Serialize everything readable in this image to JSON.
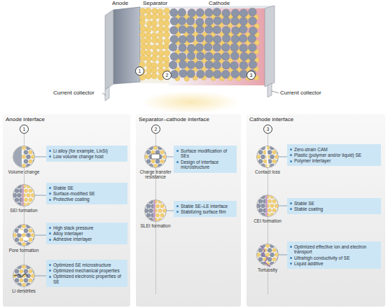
{
  "diagram": {
    "nodes": [
      {
        "text": [
          "Anode interface"
        ]
      },
      {
        "text": [
          "Volume change"
        ],
        "in": 0
      },
      {
        "text": [
          "Li alloy (for example, LixSi)",
          "Low volume change host"
        ],
        "in": 0
      },
      {
        "text": [
          "SEI formation"
        ],
        "in": 0
      },
      {
        "text": [
          "Stable SE",
          "Surface-modified SE",
          "Protective coating"
        ],
        "in": 0
      },
      {
        "text": [
          "Pore formation"
        ],
        "in": 0
      },
      {
        "text": [
          "High stack pressure",
          "Alloy interlayer",
          "Adhesive interlayer"
        ],
        "in": 0
      },
      {
        "text": [
          "Li dendrites"
        ],
        "in": 0
      },
      {
        "text": [
          "Optimized SE microstructure",
          "Optimized mechanical properties",
          "Optimized electronic properties of SE"
        ],
        "in": 0
      },
      {
        "text": [
          "Separator–cathode interface"
        ]
      },
      {
        "text": [
          "Charge transfer resistance"
        ],
        "in": 9
      },
      {
        "text": [
          "Surface modification of SEs",
          "Design of interface microstructure"
        ],
        "in": 9
      },
      {
        "text": [
          "SLEI formation"
        ],
        "in": 9
      },
      {
        "text": [
          "Stable SE–LE interface",
          "Stabilizing surface film"
        ],
        "in": 9
      },
      {
        "text": [
          "Cathode interface"
        ]
      },
      {
        "text": [
          "Contact loss"
        ],
        "in": 14
      },
      {
        "text": [
          "Zero-strain CAM",
          "Plastic (polymer and/or liquid) SE",
          "Polymer interlayer"
        ],
        "in": 14
      },
      {
        "text": [
          "CEI formation"
        ],
        "in": 14
      },
      {
        "text": [
          "Stable SE",
          "Stable coating"
        ],
        "in": 14
      },
      {
        "text": [
          "Tortuosity"
        ],
        "in": 14
      },
      {
        "text": [
          "Optimized effective ion and electron transport",
          "Ultrahigh conductivity of SE",
          "Liquid additive"
        ],
        "in": 14
      }
    ],
    "edges": [
      {
        "from": 1,
        "to": 2,
        "arrow": "none"
      },
      {
        "from": 3,
        "to": 4,
        "arrow": "none"
      },
      {
        "from": 5,
        "to": 6,
        "arrow": "none"
      },
      {
        "from": 7,
        "to": 8,
        "arrow": "none"
      },
      {
        "from": 10,
        "to": 11,
        "arrow": "none"
      },
      {
        "from": 12,
        "to": 13,
        "arrow": "none"
      },
      {
        "from": 15,
        "to": 16,
        "arrow": "none"
      },
      {
        "from": 17,
        "to": 18,
        "arrow": "none"
      },
      {
        "from": 19,
        "to": 20,
        "arrow": "none"
      }
    ],
    "labels": [
      "Anode",
      "Separator",
      "Cathode",
      "Current collector",
      "Current collector",
      "1",
      "2",
      "3",
      "1",
      "2",
      "3"
    ]
  }
}
